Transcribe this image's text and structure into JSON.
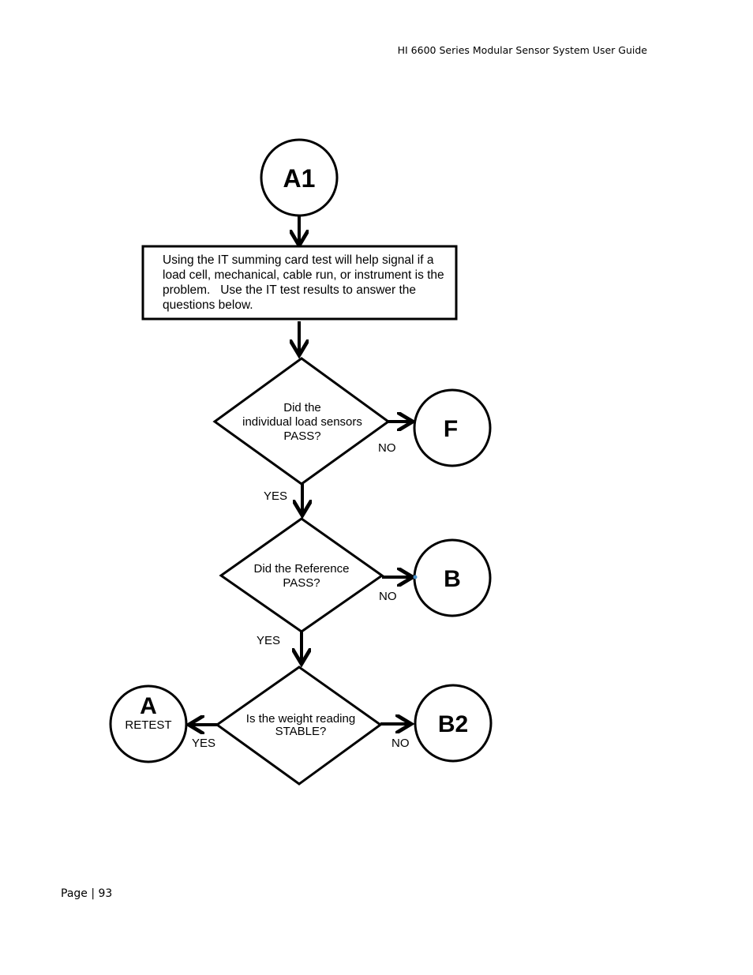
{
  "header": {
    "title": "HI 6600 Series Modular Sensor System User Guide"
  },
  "footer": {
    "page_label": "Page | 93"
  },
  "flowchart": {
    "start": {
      "label": "A1"
    },
    "instruction": {
      "lines": [
        "Using the IT summing card test will help signal if a",
        "load cell, mechanical, cable run, or instrument is the",
        "problem.   Use the IT test results to answer the",
        "questions below."
      ]
    },
    "decision1": {
      "lines": [
        "Did the",
        "individual load sensors",
        "PASS?"
      ],
      "yes_label": "YES",
      "no_label": "NO",
      "no_target": "F"
    },
    "decision2": {
      "lines": [
        "Did the Reference",
        "PASS?"
      ],
      "yes_label": "YES",
      "no_label": "NO",
      "no_target": "B"
    },
    "decision3": {
      "lines": [
        "Is the weight reading",
        "STABLE?"
      ],
      "yes_label": "YES",
      "no_label": "NO",
      "yes_target": {
        "label": "A",
        "sublabel": "RETEST"
      },
      "no_target": "B2"
    }
  }
}
